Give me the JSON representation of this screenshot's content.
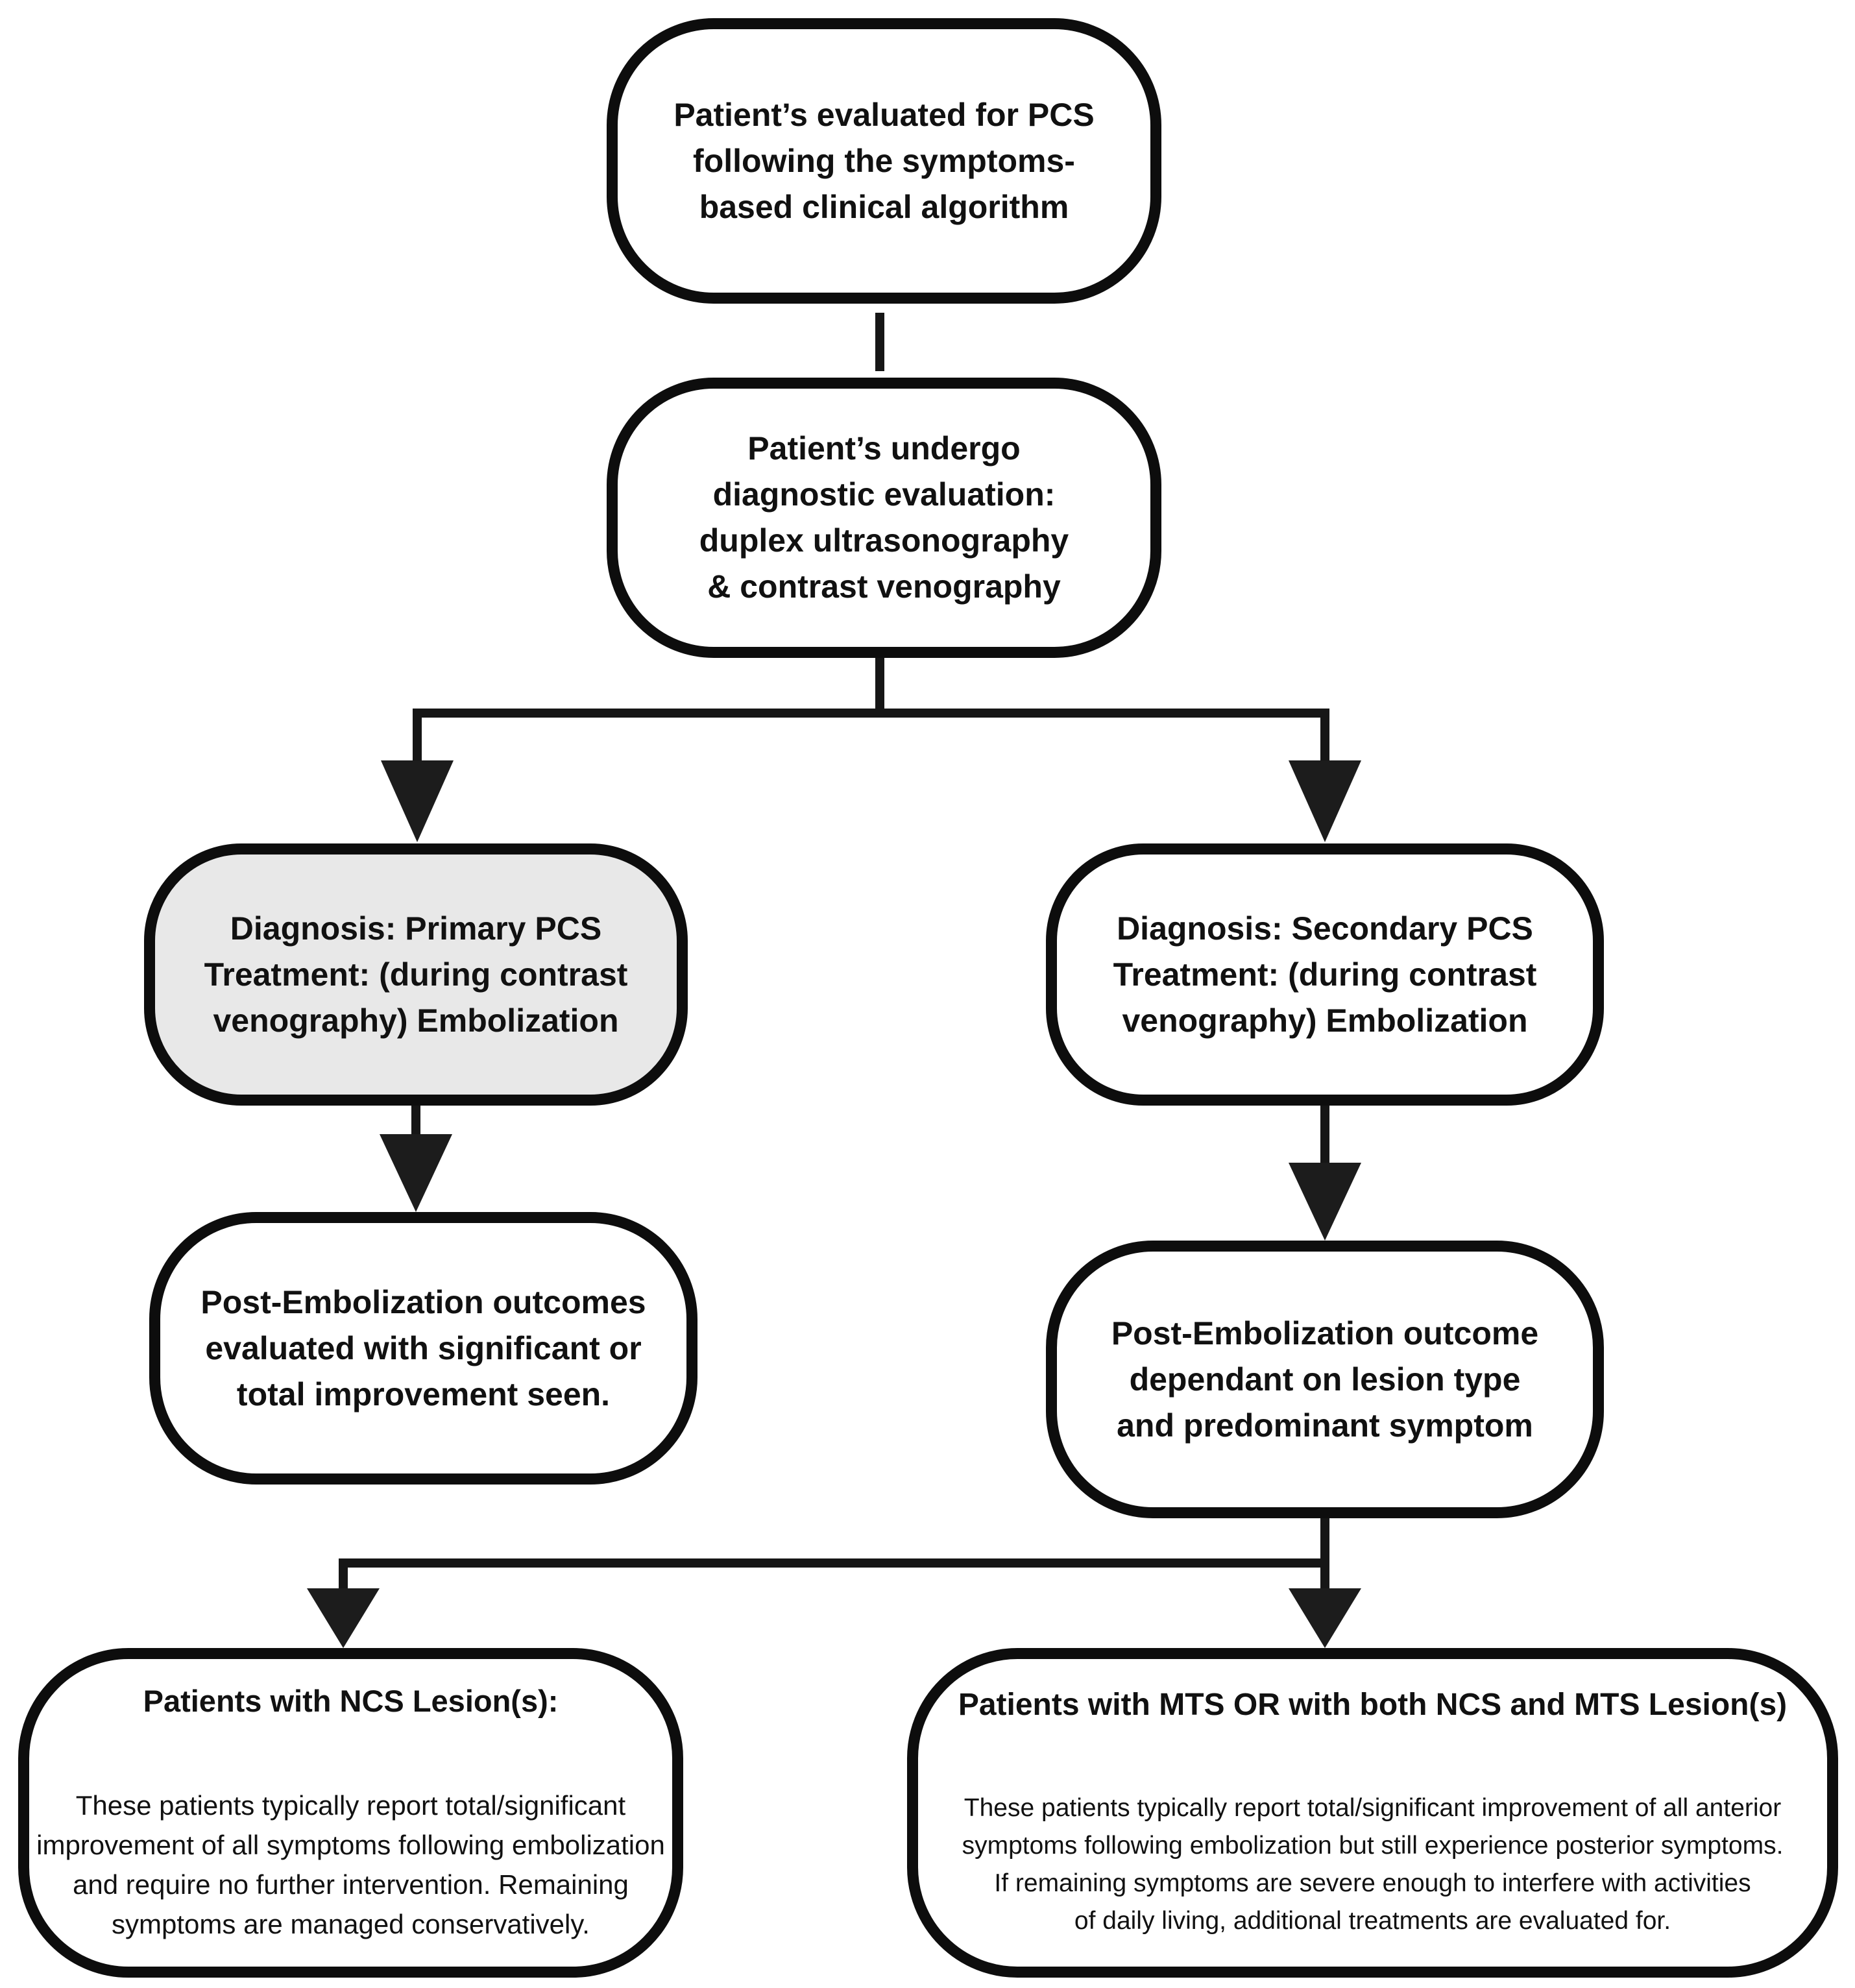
{
  "diagram": {
    "background": "#ffffff",
    "stroke_color": "#0d0d0d",
    "default_fill": "#ffffff",
    "highlight_fill": "#e8e8e8",
    "nodes": {
      "evaluated": {
        "lines": [
          "Patient’s evaluated for PCS",
          "following the symptoms-",
          "based clinical algorithm"
        ]
      },
      "diagnostic": {
        "lines": [
          "Patient’s undergo",
          "diagnostic evaluation:",
          "duplex ultrasonography",
          "& contrast venography"
        ]
      },
      "primary": {
        "lines": [
          "Diagnosis: Primary PCS",
          "Treatment: (during contrast",
          "venography) Embolization"
        ]
      },
      "secondary": {
        "lines": [
          "Diagnosis: Secondary PCS",
          "Treatment: (during contrast",
          "venography) Embolization"
        ]
      },
      "post_primary": {
        "lines": [
          "Post-Embolization outcomes",
          "evaluated with significant or",
          "total improvement seen."
        ]
      },
      "post_secondary": {
        "lines": [
          "Post-Embolization outcome",
          "dependant on lesion type",
          "and predominant symptom"
        ]
      },
      "ncs": {
        "title": "Patients with NCS Lesion(s):",
        "body": [
          "These patients typically report total/significant",
          "improvement of all symptoms following embolization",
          "and require no further intervention. Remaining",
          "symptoms are managed conservatively."
        ]
      },
      "mts": {
        "title": "Patients with MTS OR with both NCS and MTS Lesion(s)",
        "body": [
          "These patients typically report total/significant improvement of all anterior",
          "symptoms following embolization but still experience posterior symptoms.",
          "If remaining symptoms are severe enough to interfere with activities",
          "of daily living, additional treatments are evaluated for."
        ]
      }
    }
  }
}
